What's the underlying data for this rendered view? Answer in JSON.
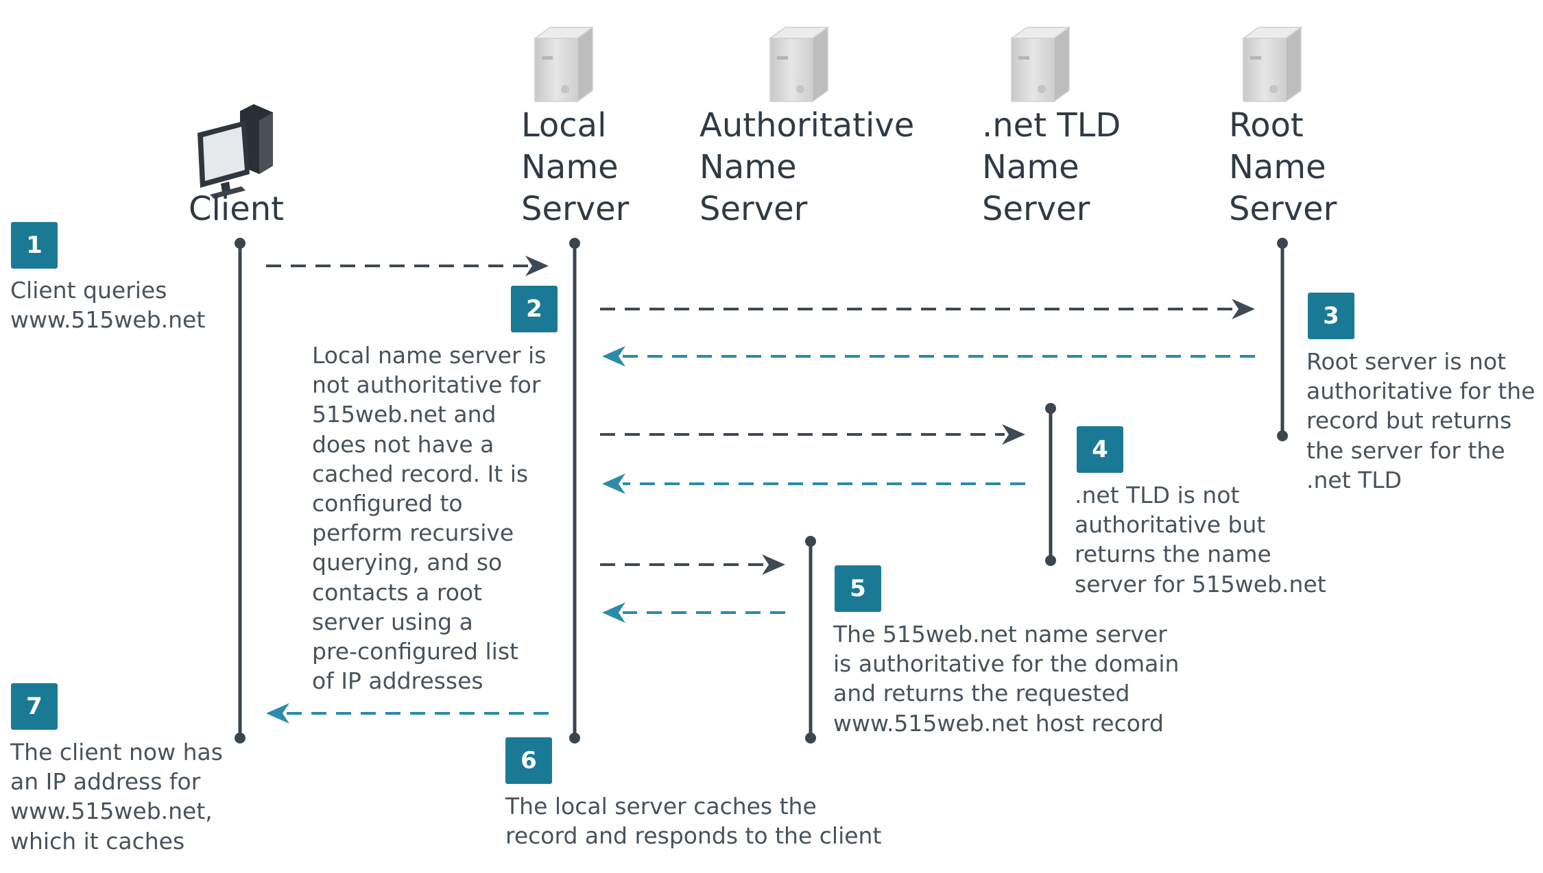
{
  "actors": [
    {
      "id": "client",
      "icon": "computer-icon",
      "lines": [
        "Client"
      ]
    },
    {
      "id": "local",
      "icon": "server-icon",
      "lines": [
        "Local",
        "Name",
        "Server"
      ]
    },
    {
      "id": "auth",
      "icon": "server-icon",
      "lines": [
        "Authoritative",
        "Name",
        "Server"
      ]
    },
    {
      "id": "tld",
      "icon": "server-icon",
      "lines": [
        ".net TLD",
        "Name",
        "Server"
      ]
    },
    {
      "id": "root",
      "icon": "server-icon",
      "lines": [
        "Root",
        "Name",
        "Server"
      ]
    }
  ],
  "steps": [
    {
      "number": "1",
      "lines": [
        "Client queries",
        "www.515web.net"
      ]
    },
    {
      "number": "2",
      "lines": [
        "Local name server is",
        "not authoritative for",
        "515web.net and",
        "does not have a",
        "cached record. It is",
        "configured to",
        "perform recursive",
        "querying, and so",
        "contacts a root",
        "server using a",
        "pre-configured list",
        "of IP addresses"
      ]
    },
    {
      "number": "3",
      "lines": [
        "Root server is not",
        "authoritative for the",
        "record but returns",
        "the server for the",
        ".net TLD"
      ]
    },
    {
      "number": "4",
      "lines": [
        ".net TLD is not",
        "authoritative but",
        "returns the name",
        "server for 515web.net"
      ]
    },
    {
      "number": "5",
      "lines": [
        "The 515web.net name server",
        "is authoritative for the domain",
        "and returns the requested",
        "www.515web.net host record"
      ]
    },
    {
      "number": "6",
      "lines": [
        "The local server caches the",
        "record and responds to the client"
      ]
    },
    {
      "number": "7",
      "lines": [
        "The client now has",
        "an IP address for",
        "www.515web.net,",
        "which it caches"
      ]
    }
  ],
  "messages": [
    {
      "from": "client",
      "to": "local",
      "kind": "request"
    },
    {
      "from": "local",
      "to": "root",
      "kind": "request"
    },
    {
      "from": "root",
      "to": "local",
      "kind": "response"
    },
    {
      "from": "local",
      "to": "tld",
      "kind": "request"
    },
    {
      "from": "tld",
      "to": "local",
      "kind": "response"
    },
    {
      "from": "local",
      "to": "auth",
      "kind": "request"
    },
    {
      "from": "auth",
      "to": "local",
      "kind": "response"
    },
    {
      "from": "local",
      "to": "client",
      "kind": "response"
    }
  ],
  "colors": {
    "badge": "#1a7a96",
    "request_arrow": "#3e4a55",
    "response_arrow": "#2a8ca8",
    "lifeline": "#3b4550",
    "server_icon": "#d9d9d9"
  }
}
